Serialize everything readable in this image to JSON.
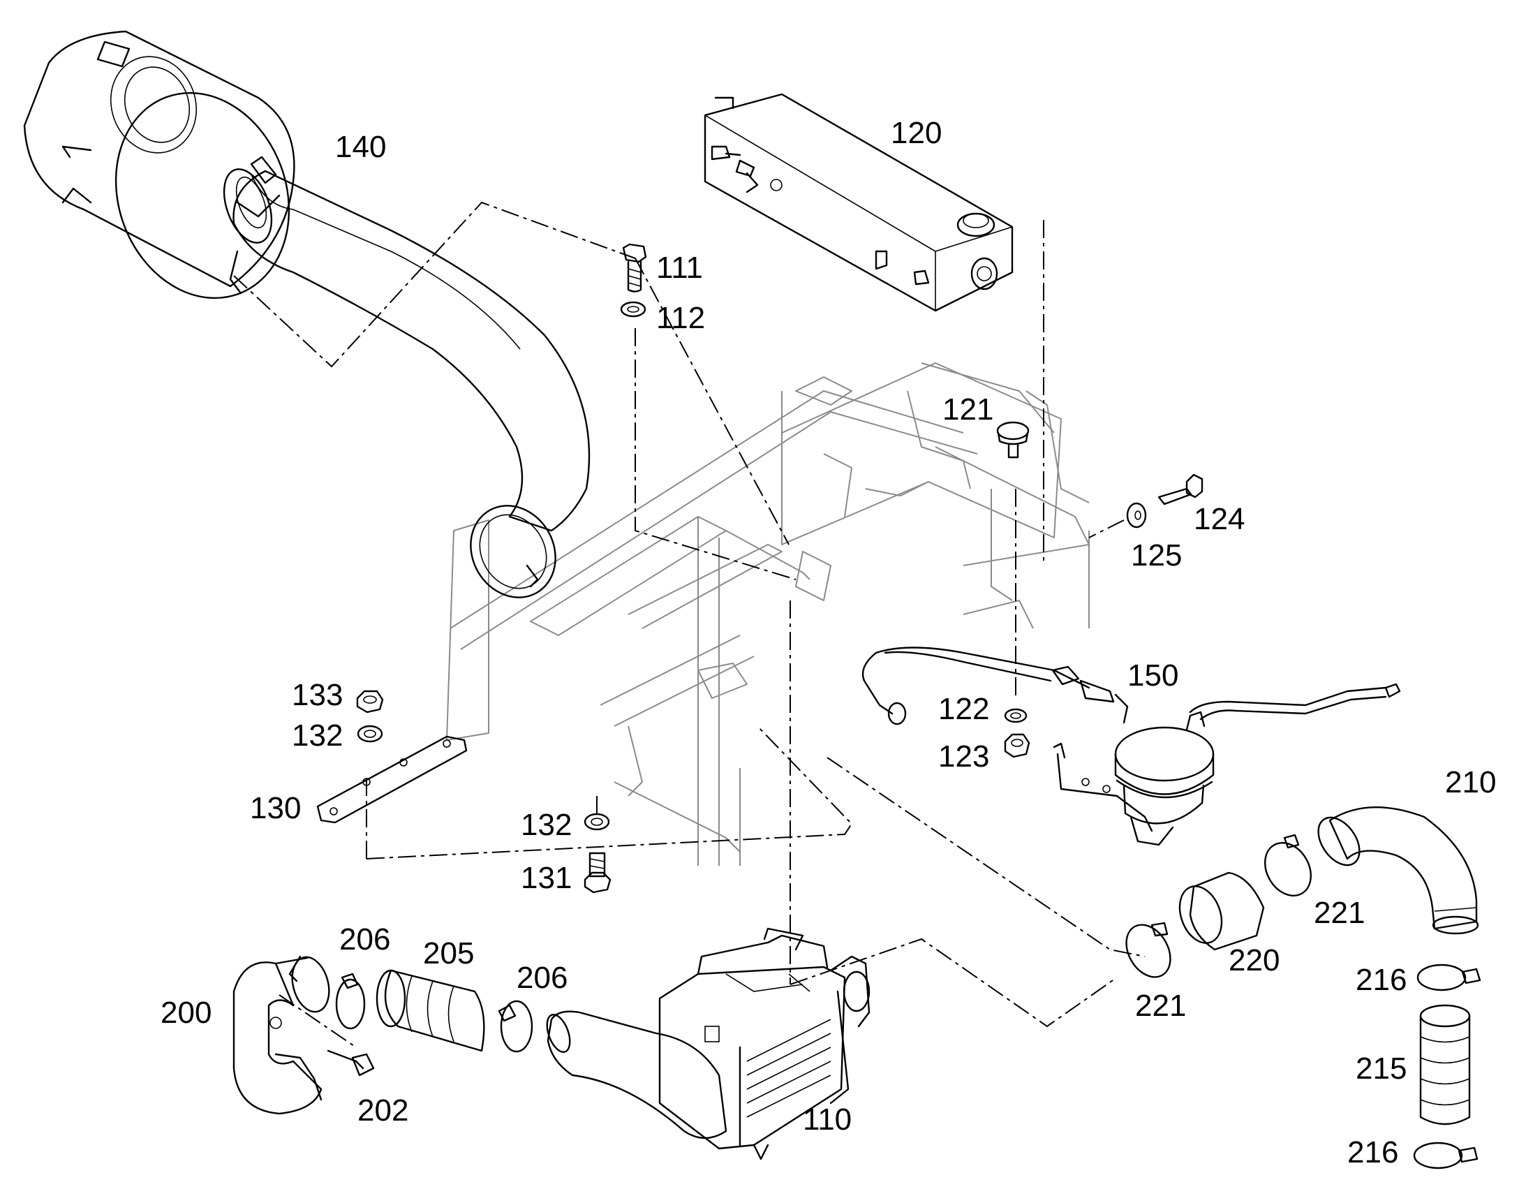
{
  "callouts": {
    "c140": "140",
    "c120": "120",
    "c111": "111",
    "c112": "112",
    "c121": "121",
    "c124": "124",
    "c125": "125",
    "c150": "150",
    "c122": "122",
    "c123": "123",
    "c133": "133",
    "c132a": "132",
    "c130": "130",
    "c132b": "132",
    "c131": "131",
    "c210": "210",
    "c221a": "221",
    "c220": "220",
    "c221b": "221",
    "c216a": "216",
    "c215": "215",
    "c216b": "216",
    "c206a": "206",
    "c205": "205",
    "c206b": "206",
    "c200": "200",
    "c202": "202",
    "c110": "110"
  }
}
